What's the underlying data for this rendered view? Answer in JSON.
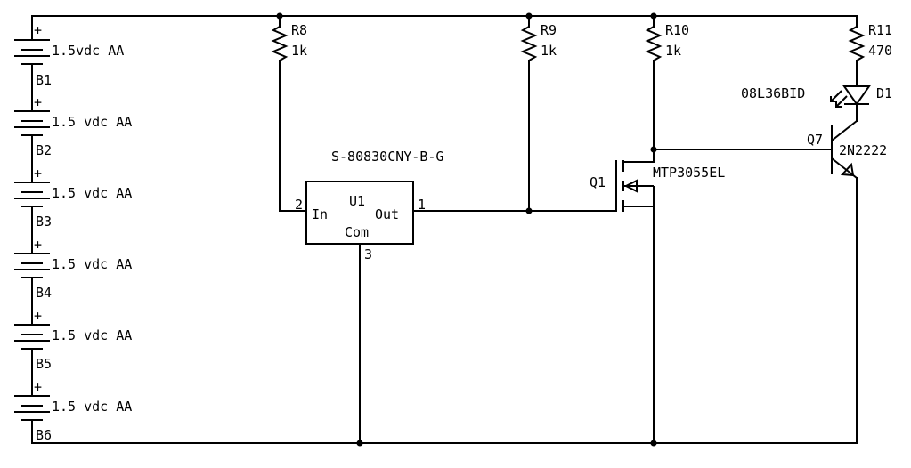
{
  "batteries": [
    {
      "ref": "B1",
      "plus": "+",
      "rating": "1.5vdc AA"
    },
    {
      "ref": "B2",
      "plus": "+",
      "rating": "1.5 vdc AA"
    },
    {
      "ref": "B3",
      "plus": "+",
      "rating": "1.5 vdc AA"
    },
    {
      "ref": "B4",
      "plus": "+",
      "rating": "1.5 vdc AA"
    },
    {
      "ref": "B5",
      "plus": "+",
      "rating": "1.5 vdc AA"
    },
    {
      "ref": "B6",
      "plus": "+",
      "rating": "1.5 vdc AA"
    }
  ],
  "resistors": [
    {
      "ref": "R8",
      "value": "1k"
    },
    {
      "ref": "R9",
      "value": "1k"
    },
    {
      "ref": "R10",
      "value": "1k"
    },
    {
      "ref": "R11",
      "value": "470"
    }
  ],
  "u1": {
    "part": "S-80830CNY-B-G",
    "ref": "U1",
    "in_label": "In",
    "out_label": "Out",
    "com_label": "Com",
    "pin_in": "2",
    "pin_out": "1",
    "pin_com": "3"
  },
  "q1": {
    "ref": "Q1",
    "part": "MTP3055EL"
  },
  "q7": {
    "ref": "Q7",
    "part": "2N2222"
  },
  "d1": {
    "ref": "D1",
    "part": "08L36BID"
  }
}
